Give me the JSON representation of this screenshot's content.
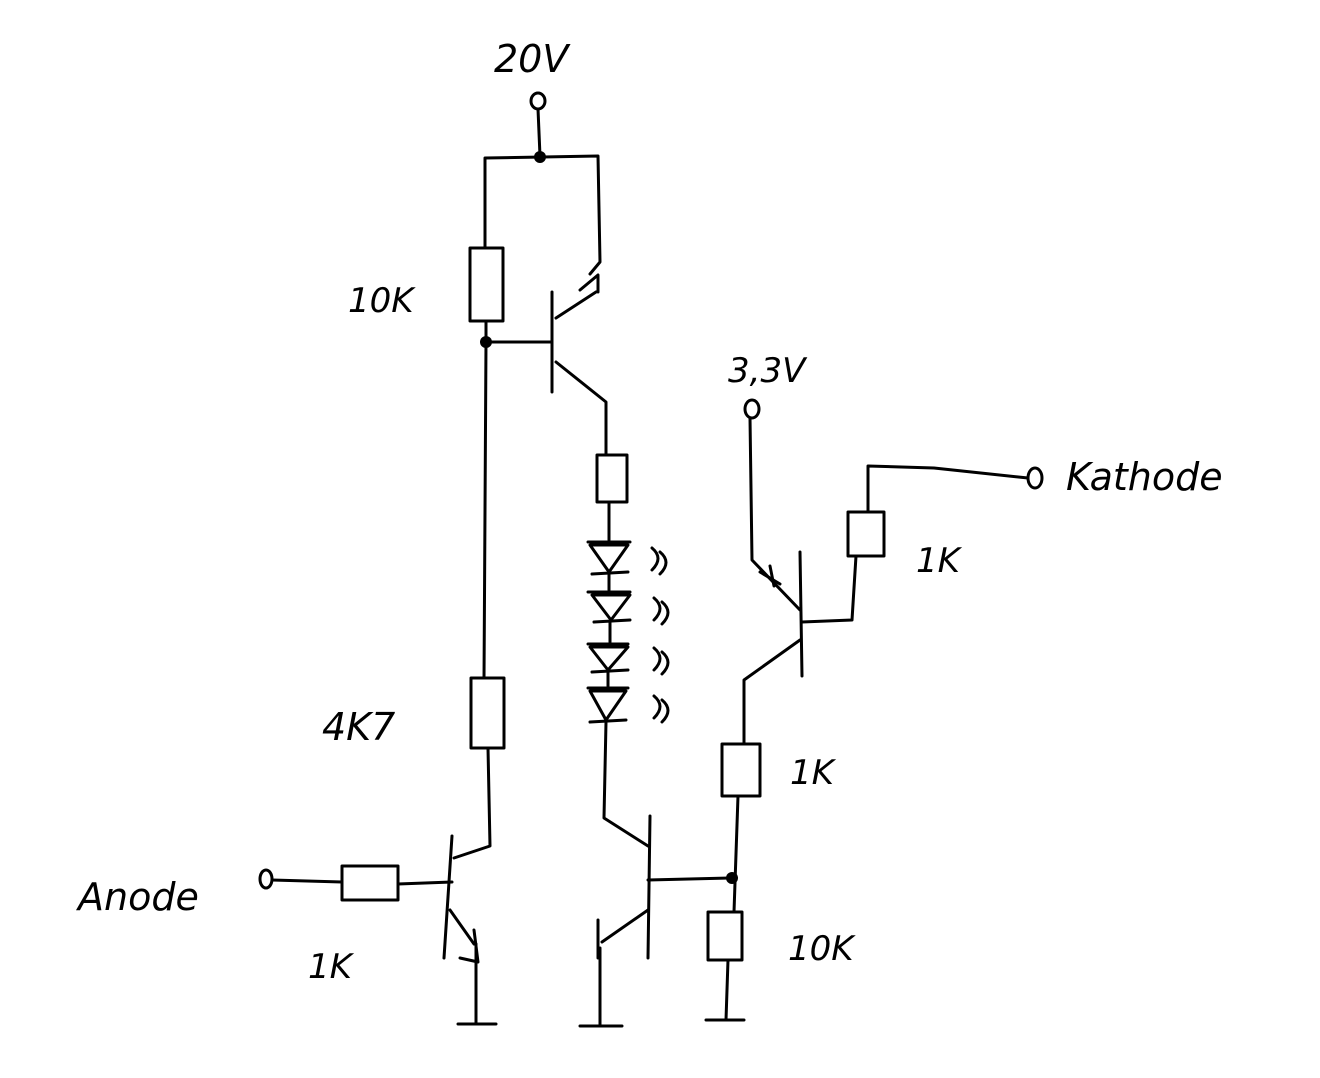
{
  "labels": {
    "supply_20v": "20V",
    "supply_3v3": "3,3V",
    "anode": "Anode",
    "kathode": "Kathode",
    "r_top": "10K",
    "r_4k7": "4K7",
    "r_anode": "1K",
    "r_kathode": "1K",
    "r_base": "1K",
    "r_pulldown": "10K"
  }
}
